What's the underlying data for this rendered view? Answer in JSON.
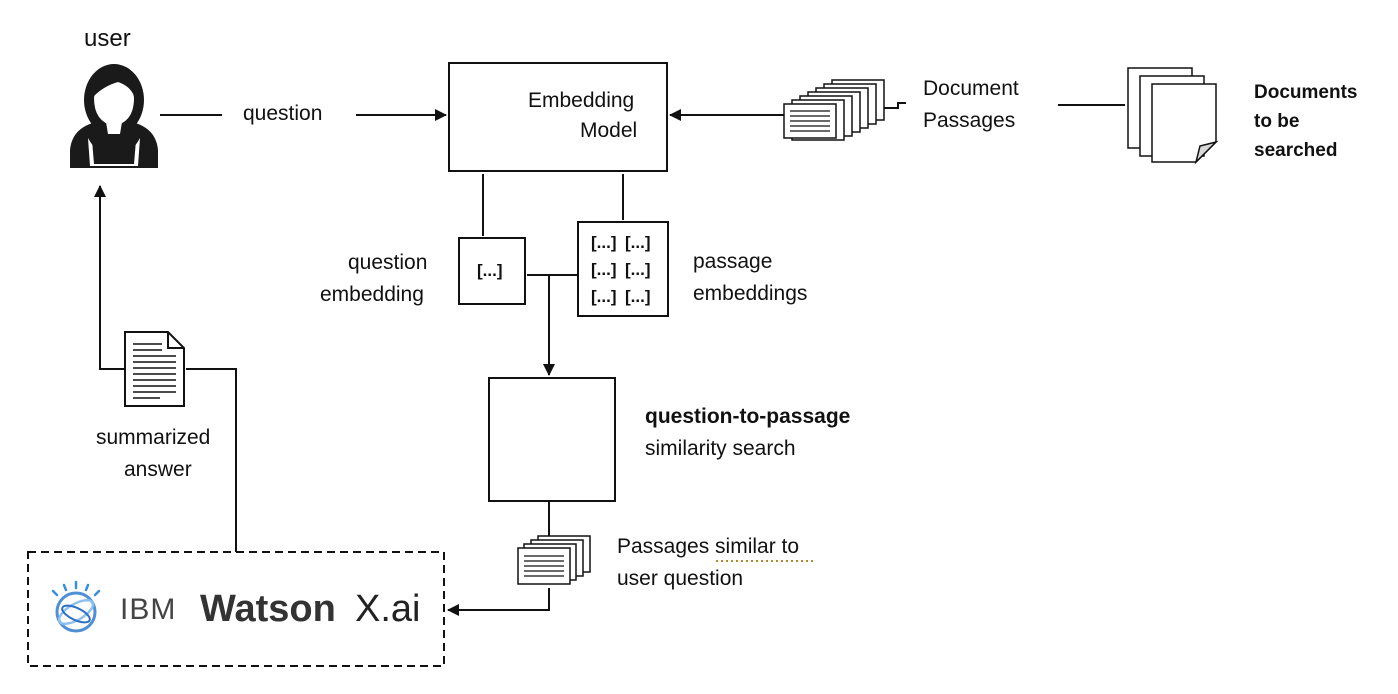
{
  "user": {
    "label": "user"
  },
  "edges": {
    "question": "question",
    "summarized_answer": [
      "summarized",
      "answer"
    ]
  },
  "embedding_model": {
    "label_line1": "Embedding",
    "label_line2": "Model"
  },
  "document_passages": {
    "line1": "Document",
    "line2": "Passages"
  },
  "documents_to_be_searched": {
    "line1": "Documents",
    "line2": "to be",
    "line3": "searched"
  },
  "question_embedding": {
    "cell": "[...]",
    "line1": "question",
    "line2": "embedding"
  },
  "passage_embeddings": {
    "rows": [
      [
        "[...]",
        "[...]"
      ],
      [
        "[...]",
        "[...]"
      ],
      [
        "[...]",
        "[...]"
      ]
    ],
    "line1": "passage",
    "line2": "embeddings"
  },
  "similarity_search": {
    "line1": "question-to-passage",
    "line2": "similarity search"
  },
  "similar_passages": {
    "line1": "Passages similar to",
    "line2": "user question"
  },
  "llm": {
    "brand": "IBM",
    "product": "Watson",
    "suffix": "X.ai"
  }
}
